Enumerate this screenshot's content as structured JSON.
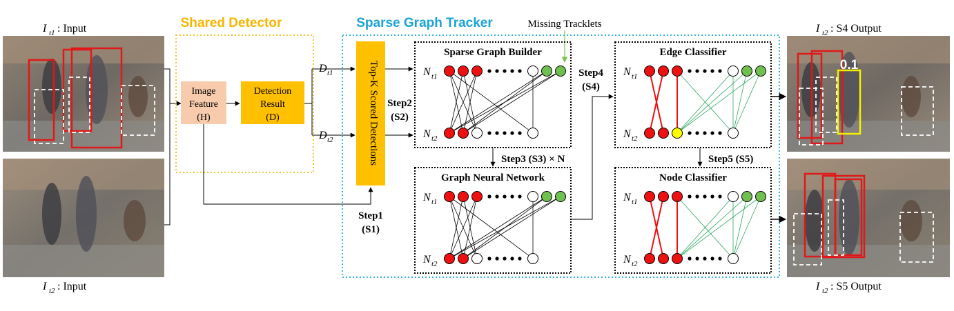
{
  "colors": {
    "detector_border": "#f7c52a",
    "detector_title": "#f7b500",
    "tracker_border": "#35b5e0",
    "tracker_title": "#17a3d6",
    "image_feature_fill": "#f8cbad",
    "detection_result_fill": "#ffc000",
    "topk_fill": "#ffc000",
    "node_red": "#ee1111",
    "node_green": "#70c050",
    "node_white": "#ffffff",
    "node_yellow": "#ffff00",
    "edge_green": "#2fa860",
    "edge_red": "#ee1111",
    "missing_label": "#7cc253"
  },
  "input_top": {
    "symbol": "I",
    "sub": "t1",
    "text": ": Input"
  },
  "input_bottom": {
    "symbol": "I",
    "sub": "t2",
    "text": ": Input"
  },
  "output_top": {
    "symbol": "I",
    "sub": "t2",
    "text": ": S4 Output",
    "score": "0.1"
  },
  "output_bottom": {
    "symbol": "I",
    "sub": "t2",
    "text": ": S5 Output"
  },
  "shared_detector": {
    "title": "Shared Detector",
    "image_feature": [
      "Image",
      "Feature",
      "(H)"
    ],
    "detection_result": [
      "Detection",
      "Result",
      "(D)"
    ]
  },
  "sparse_tracker": {
    "title": "Sparse Graph Tracker"
  },
  "missing_tracklets": "Missing Tracklets",
  "dt1": {
    "symbol": "D",
    "sub": "t1"
  },
  "dt2": {
    "symbol": "D",
    "sub": "t2"
  },
  "topk": "Top-K Scored Detections",
  "step1": [
    "Step1",
    "(S1)"
  ],
  "step2": [
    "Step2",
    "(S2)"
  ],
  "step3": "Step3 (S3) × N",
  "step4": [
    "Step4",
    "(S4)"
  ],
  "step5": "Step5 (S5)",
  "panels": {
    "sgb": {
      "title": "Sparse Graph Builder"
    },
    "gnn": {
      "title": "Graph Neural Network"
    },
    "edge": {
      "title": "Edge Classifier"
    },
    "node": {
      "title": "Node Classifier"
    }
  },
  "node_labels": {
    "top": {
      "symbol": "N",
      "sub": "t1"
    },
    "bottom": {
      "symbol": "N",
      "sub": "t2"
    }
  }
}
